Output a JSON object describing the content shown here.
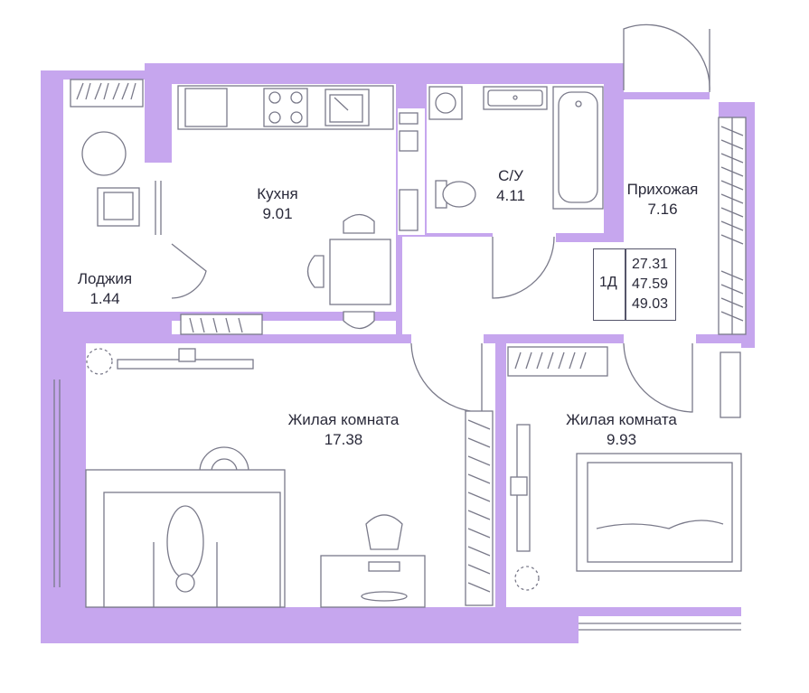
{
  "colors": {
    "wall": "#c6a6ee",
    "floor": "#ffffff",
    "line": "#7a7a8a",
    "text": "#2a2a3a"
  },
  "rooms": {
    "kitchen": {
      "name": "Кухня",
      "area": "9.01"
    },
    "bathroom": {
      "name": "С/У",
      "area": "4.11"
    },
    "hallway": {
      "name": "Прихожая",
      "area": "7.16"
    },
    "loggia": {
      "name": "Лоджия",
      "area": "1.44"
    },
    "living_room": {
      "name": "Жилая комната",
      "area": "17.38"
    },
    "bedroom": {
      "name": "Жилая комната",
      "area": "9.93"
    }
  },
  "summary": {
    "code": "1Д",
    "living_area": "27.31",
    "total_area": "47.59",
    "total_with_loggia": "49.03"
  },
  "furniture_icons": [
    "stove-icon",
    "sink-icon",
    "fridge-icon",
    "dining-table-icon",
    "washing-machine-icon",
    "washbasin-icon",
    "bathtub-icon",
    "toilet-icon",
    "wardrobe-icon",
    "sofa-icon",
    "desk-icon",
    "office-chair-icon",
    "bed-icon",
    "tv-icon",
    "plant-icon",
    "round-table-icon",
    "armchair-icon",
    "coffee-table-icon",
    "person-icon"
  ]
}
